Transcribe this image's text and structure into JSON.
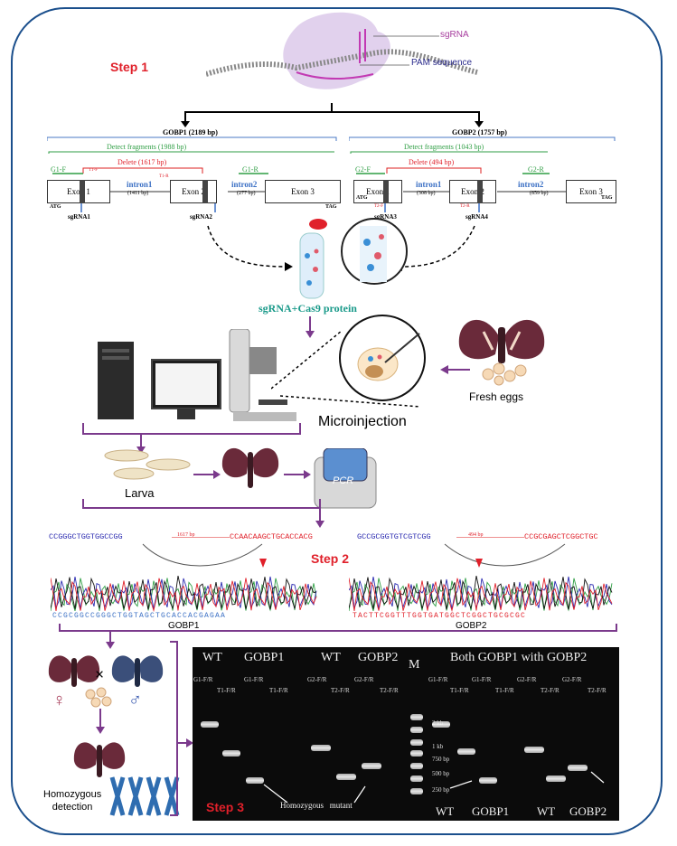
{
  "step1": "Step 1",
  "step2": "Step 2",
  "step3": "Step 3",
  "cas9": {
    "sgrna": "sgRNA",
    "pam": "PAM sequence"
  },
  "gobp1": {
    "title": "GOBP1 (2189 bp)",
    "detect": "Detect fragments (1988 bp)",
    "delete": "Delete (1617 bp)",
    "g1f": "G1-F",
    "g1r": "G1-R",
    "t1f": "T1-F",
    "t1r": "T1-R",
    "exon1": "Exon 1",
    "exon2": "Exon 2",
    "exon3": "Exon 3",
    "intron1": "intron1",
    "intron1_len": "(1411 bp)",
    "intron2": "intron2",
    "intron2_len": "(277 bp)",
    "atg": "ATG",
    "tag": "TAG",
    "sg1": "sgRNA1",
    "sg2": "sgRNA2"
  },
  "gobp2": {
    "title": "GOBP2 (1757 bp)",
    "detect": "Detect fragments (1043 bp)",
    "delete": "Delete (494 bp)",
    "g2f": "G2-F",
    "g2r": "G2-R",
    "t2f": "T2-F",
    "t2r": "T2-R",
    "exon1": "Exon 1",
    "exon2": "Exon 2",
    "exon3": "Exon 3",
    "intron1": "intron1",
    "intron1_len": "(308 bp)",
    "intron2": "intron2",
    "intron2_len": "(859 bp)",
    "atg": "ATG",
    "tag": "TAG",
    "sg3": "sgRNA3",
    "sg4": "sgRNA4"
  },
  "mix": "sgRNA+Cas9 protein",
  "microinjection": "Microinjection",
  "fresh_eggs": "Fresh eggs",
  "larva": "Larva",
  "pcr": "PCR",
  "seq1": {
    "left": "CCGGGCTGGTGGCCGG",
    "gap": "1617 bp",
    "right": "CCAACAAGCTGCACCACG"
  },
  "seq2": {
    "left": "GCCGCGGTGTCGTCGG",
    "gap": "494 bp",
    "right": "CCGCGAGCTCGGCTGC"
  },
  "chrom1": {
    "bases": "CCGCGGCCGGGCTGGTAGCTGCACCACGAGAA",
    "label": "GOBP1"
  },
  "chrom2": {
    "bases": "TACTTCGGTTTGGTGATGGCTCGGCTGCGCGC",
    "label": "GOBP2"
  },
  "cross": {
    "times": "×",
    "female": "♀",
    "male": "♂"
  },
  "homozygous_detection": "Homozygous\ndetection",
  "gel": {
    "wt1": "WT",
    "gobp1": "GOBP1",
    "wt2": "WT",
    "gobp2": "GOBP2",
    "m": "M",
    "both": "Both GOBP1 with GOBP2",
    "lanes": [
      "G1-F/R",
      "T1-F/R",
      "G1-F/R",
      "T1-F/R",
      "G2-F/R",
      "T2-F/R",
      "G2-F/R",
      "T2-F/R",
      "G1-F/R",
      "T1-F/R",
      "G1-F/R",
      "T1-F/R",
      "G2-F/R",
      "T2-F/R",
      "G2-F/R",
      "T2-F/R"
    ],
    "ladder": [
      "2 kb",
      "1 kb",
      "750 bp",
      "500 bp",
      "250 bp"
    ],
    "mutant": "Homozygous   mutant",
    "bottom": [
      "WT",
      "GOBP1",
      "WT",
      "GOBP2"
    ]
  },
  "colors": {
    "frame": "#1b4f8c",
    "arrow": "#7b3a8c",
    "step": "#e0202a"
  }
}
